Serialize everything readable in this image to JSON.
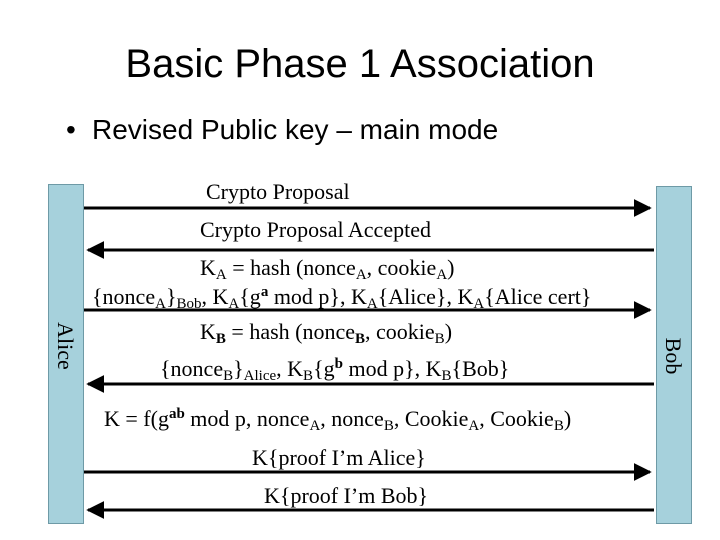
{
  "slide": {
    "title": "Basic Phase 1 Association",
    "bullet": "Revised Public key – main mode",
    "bullet_marker": "•"
  },
  "parties": {
    "left": "Alice",
    "right": "Bob"
  },
  "messages": {
    "m1": "Crypto Proposal",
    "m2": "Crypto Proposal Accepted",
    "m3a": {
      "t1": "K",
      "s1": "A",
      "t2": " = hash (nonce",
      "s2": "A",
      "t3": ", cookie",
      "s3": "A",
      "t4": ")"
    },
    "m3b": {
      "t1": "{nonce",
      "s1": "A",
      "t2": "}",
      "s2": "Bob",
      "t3": ", K",
      "s3": "A",
      "t4": "{g",
      "e1": "a",
      "t5": " mod p}, K",
      "s4": "A",
      "t6": "{Alice}, K",
      "s5": "A",
      "t7": "{Alice cert}"
    },
    "m4a": {
      "t1": "K",
      "s1": "B",
      "t2": " = hash (nonce",
      "s2": "B",
      "t3": ", cookie",
      "s3": "B",
      "t4": ")"
    },
    "m4b": {
      "t1": "{nonce",
      "s1": "B",
      "t2": "}",
      "s2": "Alice",
      "t3": ", K",
      "s3": "B",
      "t4": "{g",
      "e1": "b",
      "t5": " mod p}, K",
      "s4": "B",
      "t6": "{Bob}"
    },
    "key": {
      "t1": "K = f(g",
      "e1": "ab",
      "t2": " mod p, nonce",
      "s1": "A",
      "t3": ", nonce",
      "s2": "B",
      "t4": ", Cookie",
      "s3": "A",
      "t5": ", Cookie",
      "s4": "B",
      "t6": ")"
    },
    "m5": "K{proof I’m Alice}",
    "m6": "K{proof I’m Bob}"
  }
}
